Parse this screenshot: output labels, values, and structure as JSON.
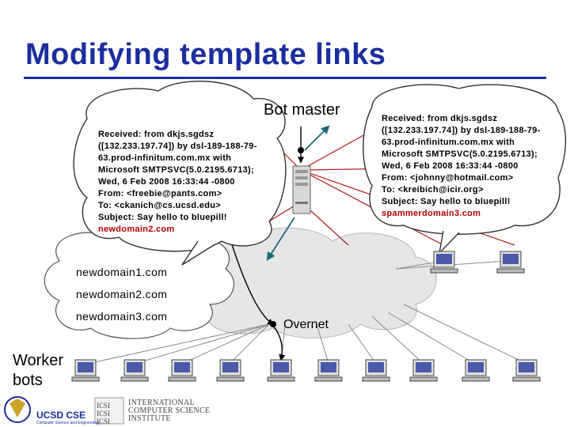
{
  "slide": {
    "title": "Modifying template links",
    "bot_master_label": "Bot master",
    "overnet_label": "Overnet",
    "worker_bots_label_line1": "Worker",
    "worker_bots_label_line2": "bots"
  },
  "domains": [
    "newdomain1.com",
    "newdomain2.com",
    "newdomain3.com"
  ],
  "email_left": {
    "lines": [
      "Received: from dkjs.sgdsz",
      "([132.233.197.74]) by dsl-189-188-79-",
      "63.prod-infinitum.com.mx with",
      "Microsoft SMTPSVC(5.0.2195.6713);",
      "Wed, 6 Feb 2008 16:33:44 -0800",
      "From: <freebie@pants.com>",
      "To: <ckanich@cs.ucsd.edu>",
      "Subject: Say hello to bluepill!"
    ],
    "link": "newdomain2.com"
  },
  "email_right": {
    "lines": [
      "Received: from dkjs.sgdsz",
      "([132.233.197.74]) by dsl-189-188-79-",
      "63.prod-infinitum.com.mx with",
      "Microsoft SMTPSVC(5.0.2195.6713);",
      "Wed, 6 Feb 2008 16:33:44 -0800",
      "From: <johnny@hotmail.com>",
      "To: <kreibich@icir.org>",
      "Subject: Say hello to bluepill!"
    ],
    "link": "spammerdomain3.com"
  },
  "logos": {
    "ucsd": "UCSD CSE",
    "ucsd_sub": "Computer Science and Engineering",
    "icsi_abbr": "ICSI ICSI ICSI",
    "icsi_name_1": "INTERNATIONAL",
    "icsi_name_2": "COMPUTER SCIENCE",
    "icsi_name_3": "INSTITUTE"
  },
  "colors": {
    "title": "#1c2e9e",
    "link_red": "#b40000",
    "cloud_fill": "#e6e6e6",
    "network_line": "#b31a1a",
    "arrow_teal": "#1e6b78"
  }
}
